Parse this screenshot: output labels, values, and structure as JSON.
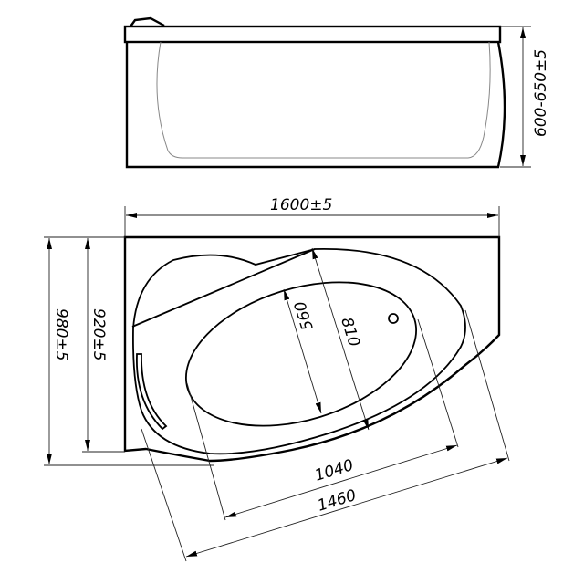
{
  "side_view": {
    "height_label": "600-650±5"
  },
  "top_view": {
    "length_label": "1600±5",
    "overall_width_label": "980±5",
    "rim_width_label": "920±5",
    "inner_width_label": "560",
    "outer_width_label": "810",
    "inner_length_label": "1040",
    "outer_length_label": "1460"
  }
}
